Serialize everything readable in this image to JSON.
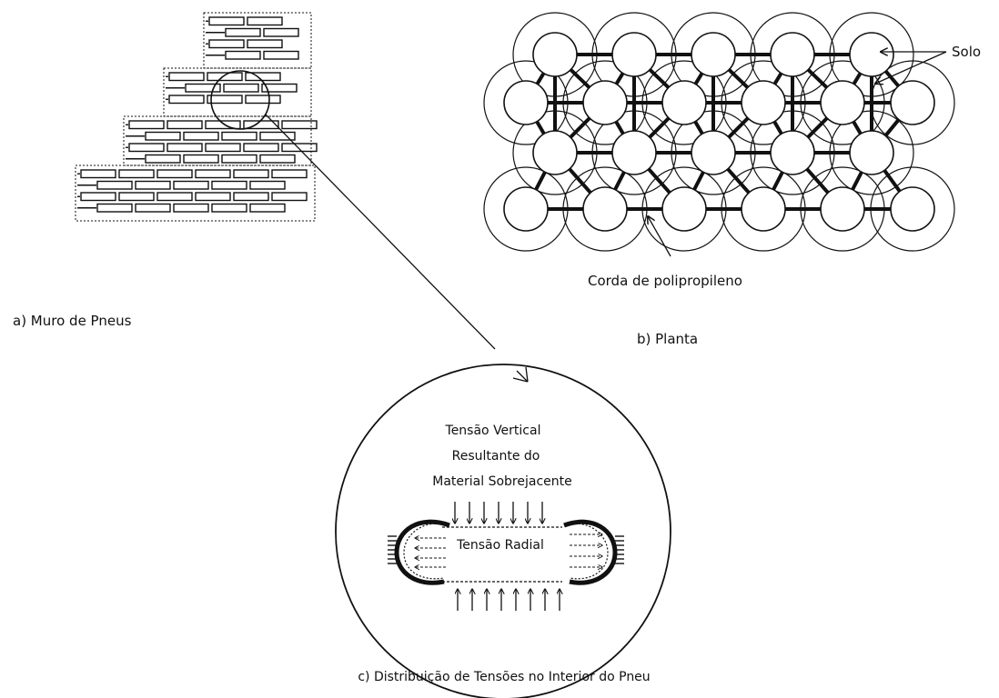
{
  "panels": {
    "a": {
      "caption": "a) Muro de Pneus"
    },
    "b": {
      "caption": "b)  Planta",
      "label_solo": "Solo",
      "label_corda": "Corda de polipropileno"
    },
    "c": {
      "caption": "c) Distribuição de Tensões no Interior do Pneu",
      "vertical_line1": "Tensão Vertical",
      "vertical_line2": "Resultante do",
      "vertical_line3": "Material Sobrejacente",
      "radial": "Tensão Radial"
    }
  },
  "colors": {
    "ink": "#111111",
    "background": "#ffffff"
  }
}
